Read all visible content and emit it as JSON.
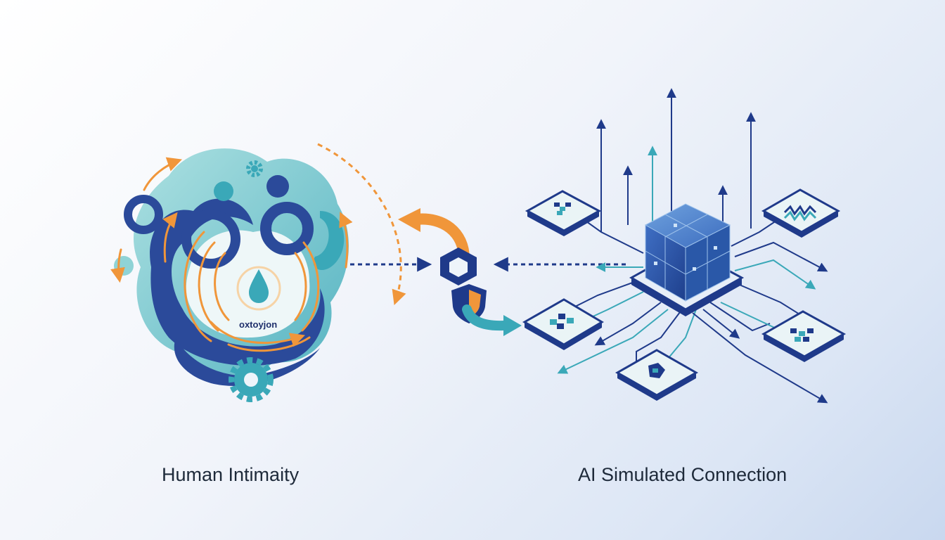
{
  "left": {
    "caption": "Human Intimaity",
    "inner_label": "oxtoyjon",
    "icons": [
      "gear-icon",
      "gear-icon",
      "water-drop-icon"
    ]
  },
  "right": {
    "caption": "AI Simulated Connection",
    "icons": [
      "cube-icon",
      "chip-icon",
      "chip-icon",
      "chip-icon",
      "chip-icon",
      "chip-icon"
    ]
  },
  "center": {
    "icons": [
      "hexagon-icon",
      "shield-icon",
      "curved-arrow-icon",
      "curved-arrow-icon"
    ]
  },
  "colors": {
    "navy": "#1f3a8a",
    "teal": "#3aa8b8",
    "light_teal": "#8fd3d6",
    "orange": "#f0963a",
    "dark_navy": "#1e2f6b"
  }
}
